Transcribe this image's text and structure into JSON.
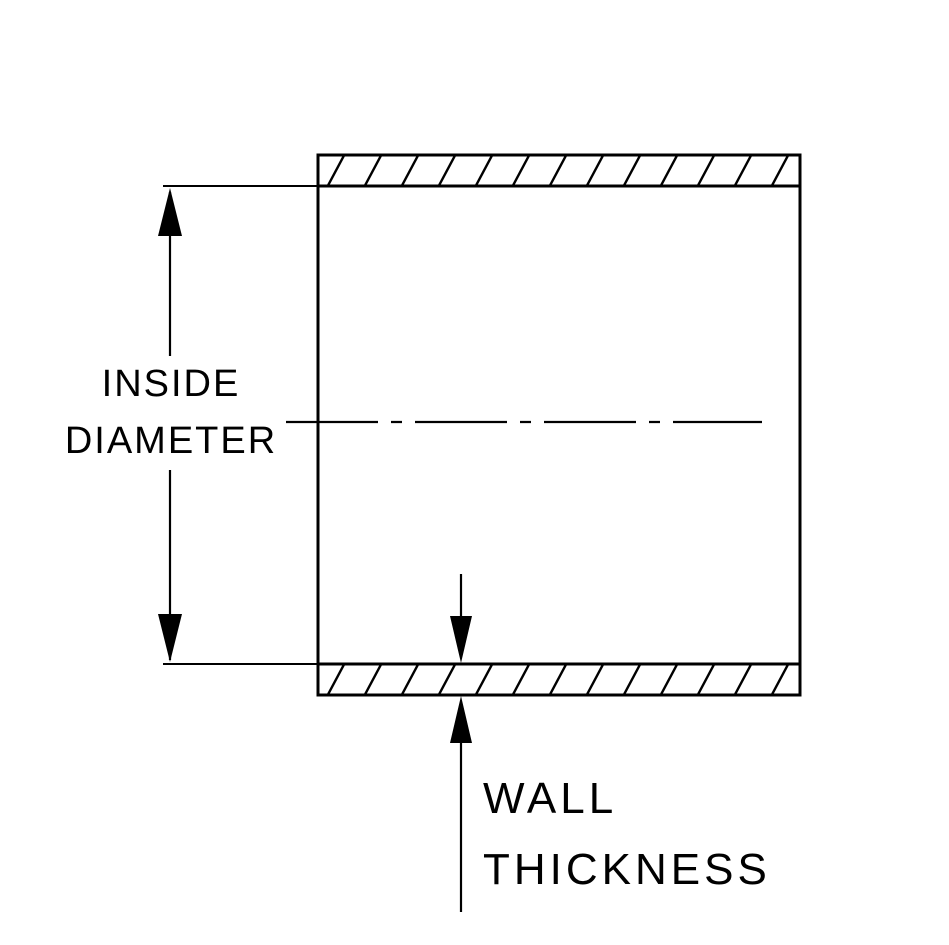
{
  "diagram": {
    "type": "technical-cross-section",
    "labels": {
      "inside_diameter": {
        "line1": "INSIDE",
        "line2": "DIAMETER"
      },
      "wall_thickness": {
        "line1": "WALL",
        "line2": "THICKNESS"
      }
    },
    "colors": {
      "ink": "#000000",
      "background": "#ffffff"
    }
  }
}
